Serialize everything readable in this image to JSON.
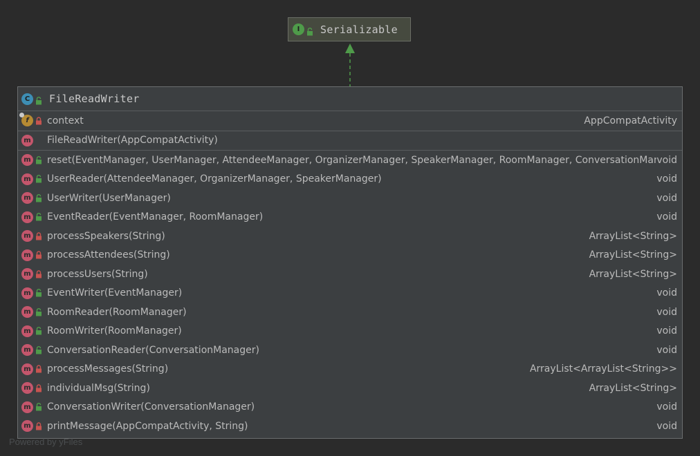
{
  "interface_node": {
    "badge_letter": "I",
    "name": "Serializable",
    "visibility": "public"
  },
  "class_node": {
    "badge_letter": "C",
    "name": "FileReadWriter",
    "visibility": "public",
    "fields": [
      {
        "badge": "f",
        "visibility": "private",
        "name": "context",
        "type": "AppCompatActivity"
      }
    ],
    "constructors": [
      {
        "badge": "m",
        "name": "FileReadWriter(AppCompatActivity)",
        "type": ""
      }
    ],
    "methods": [
      {
        "badge": "m",
        "visibility": "public",
        "name": "reset(EventManager, UserManager, AttendeeManager, OrganizerManager, SpeakerManager, RoomManager, ConversationManager)",
        "type": "void"
      },
      {
        "badge": "m",
        "visibility": "public",
        "name": "UserReader(AttendeeManager, OrganizerManager, SpeakerManager)",
        "type": "void"
      },
      {
        "badge": "m",
        "visibility": "public",
        "name": "UserWriter(UserManager)",
        "type": "void"
      },
      {
        "badge": "m",
        "visibility": "public",
        "name": "EventReader(EventManager, RoomManager)",
        "type": "void"
      },
      {
        "badge": "m",
        "visibility": "private",
        "name": "processSpeakers(String)",
        "type": "ArrayList<String>"
      },
      {
        "badge": "m",
        "visibility": "private",
        "name": "processAttendees(String)",
        "type": "ArrayList<String>"
      },
      {
        "badge": "m",
        "visibility": "private",
        "name": "processUsers(String)",
        "type": "ArrayList<String>"
      },
      {
        "badge": "m",
        "visibility": "public",
        "name": "EventWriter(EventManager)",
        "type": "void"
      },
      {
        "badge": "m",
        "visibility": "public",
        "name": "RoomReader(RoomManager)",
        "type": "void"
      },
      {
        "badge": "m",
        "visibility": "public",
        "name": "RoomWriter(RoomManager)",
        "type": "void"
      },
      {
        "badge": "m",
        "visibility": "public",
        "name": "ConversationReader(ConversationManager)",
        "type": "void"
      },
      {
        "badge": "m",
        "visibility": "private",
        "name": "processMessages(String)",
        "type": "ArrayList<ArrayList<String>>"
      },
      {
        "badge": "m",
        "visibility": "private",
        "name": "individualMsg(String)",
        "type": "ArrayList<String>"
      },
      {
        "badge": "m",
        "visibility": "public",
        "name": "ConversationWriter(ConversationManager)",
        "type": "void"
      },
      {
        "badge": "m",
        "visibility": "private",
        "name": "printMessage(AppCompatActivity, String)",
        "type": "void"
      }
    ]
  },
  "colors": {
    "background": "#2b2b2b",
    "public_lock": "#4f9b4a",
    "private_lock": "#c75450",
    "arrow": "#4f9b4a"
  },
  "footer": {
    "powered_by": "Powered by yFiles"
  }
}
